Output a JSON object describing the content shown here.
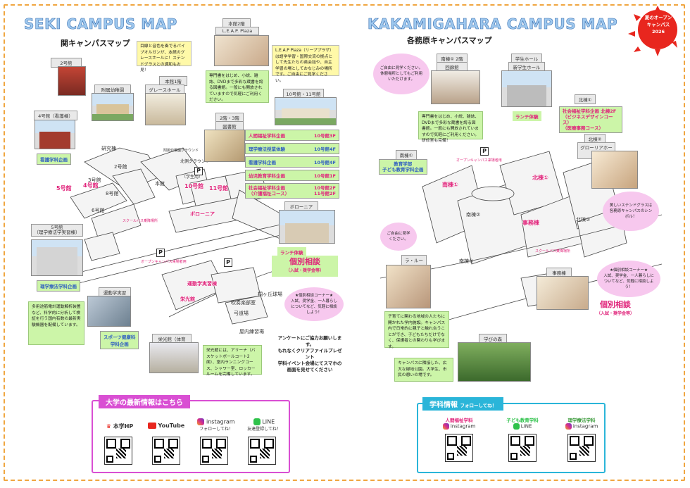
{
  "seki": {
    "title": "SEKI CAMPUS MAP",
    "subtitle": "関キャンパスマップ",
    "labels": {
      "bldg2": "2号館",
      "fuzoku": "附属幼稚園",
      "bldg4": "4号館（看護棟）",
      "kango_dept": "看護学科企画",
      "honkan1": "本館1階",
      "grace": "グレースホール",
      "honkan2": "本館2階",
      "leap": "L.E.A.P. Plaza",
      "bldg10_11": "10号館・11号館",
      "bldg2_3": "2階・3階",
      "library": "図書館",
      "bldg5": "5号館",
      "bldg5_sub": "（理学療法学実習棟）",
      "rigaku_dept": "理学療法学科企画",
      "undo": "運動学実習棟",
      "sports": "スポーツ健康科\n学科企画",
      "eiko": "栄光館（体育館）",
      "bolonia": "ボローニア",
      "lunch": "ランチ体験",
      "kobetsu": "個別相談",
      "kobetsu_sub": "（入試・奨学金等）"
    },
    "notes": {
      "grace_note": "目線と音色を奏でるパイプオルガンが、本館のグレースホールに！ステンドグラスとの調和もお見！",
      "leap_note": "L.E.A.P Plaza（リーププラザ）は語学学習・国際交流の拠点として先生たちの英会話や、自主学習の場としておなじみの場所です。ご自由にご見学ください。",
      "library_note": "専門書をはじめ、小説、雑誌、DVDまで多彩な蔵書を誇る図書館。一般にも開放されていますので気軽にご利用ください。",
      "bldg5_note": "",
      "undo_note": "多用途筋電計運動解析装置など、科学的に分析して検証を行う国内有数の最新実験機器を配備しています。",
      "eiko_note": "栄光館には、アリーナ（バスケットボールコート2面）、室内ランニングコース、シャワー室、ロッカールームを完備しています。",
      "kobetsu_cloud": "★個別相談コーナー★\n入試、奨学金、一人暮らしについてなど、気軽に相談しよう！",
      "survey": "アンケートにご協力お願いします。\nもれなくクリアファイルプレゼント\n学科イベント会場にてスマホの画面を見せてください"
    },
    "events": [
      {
        "label": "人間福祉学科企画",
        "place": "10号館3F"
      },
      {
        "label": "理学療法授業体験",
        "place": "10号館4F"
      },
      {
        "label": "看護学科企画",
        "place": "10号館4F"
      },
      {
        "label": "幼児教育学科企画",
        "place": "10号館1F"
      },
      {
        "label": "社会福祉学科企画",
        "place": "10号館2F"
      },
      {
        "label": "（介護福祉コース）",
        "place": "11号館2F"
      }
    ],
    "map_names": {
      "kenkyu": "研究棟",
      "b2": "2号館",
      "b3": "3号館",
      "b4": "4号館",
      "b5": "5号館",
      "b6": "6号館",
      "b8": "8号館",
      "honkan": "本館",
      "b10": "10号館",
      "b11": "11号館",
      "north_ground": "北側グラウンド",
      "gakusei": "（学生用）",
      "bolonia": "ボローニア",
      "fuzoku_ground": "附属幼稚園グラウンド",
      "bus": "スクールバス乗降場所",
      "bus2": "オープンキャンパス来場者用",
      "undo": "運動学実習棟",
      "eiko": "栄光館",
      "suiso": "吹奏楽部室",
      "dojo": "弓道場",
      "kyugi": "屋内練習場",
      "kiriga": "桐ヶ丘球場"
    }
  },
  "kaka": {
    "title": "KAKAMIGAHARA CAMPUS MAP",
    "subtitle": "各務原キャンパスマップ",
    "labels": {
      "minami1": "南棟① 2階",
      "ground": "回廊館",
      "gakusei": "学生ホール",
      "shin": "新学生ホール",
      "lunch": "ランチ体験",
      "kita1": "北棟①",
      "kita2": "北棟②",
      "glory": "グローリアホール",
      "minami_top": "南棟①",
      "kodomo": "教育学部\n子ども教育学科企画",
      "shakai": "社会福祉学科企画 北棟2F\n（ビジネスデザインコース）\n（医療事務コース）",
      "lawla": "ラ・ルーラ",
      "jimu": "事務棟",
      "kobetsu": "個別相談",
      "kobetsu_sub": "（入試・奨学金等）",
      "manabi": "学びの森"
    },
    "notes": {
      "free1": "ご自由に見学ください。休憩場所としてもご利用いただけます。",
      "library": "専門書をはじめ、小説、雑誌、DVDまで多彩な蔵書を誇る図書館。一般にも開放されていますので気軽にご利用ください。研修室も完備！",
      "stained": "美しいステンドグラスは各務原キャンパスのシンボル！",
      "free2": "ご自由に見学ください。",
      "lawla_note": "子育てに関わる地域の人たちに開かれた学内施設。キャンパス内で日常的に親子と触れ合うことができ、子どもたちだけでなく、保護者との関わりも学びます。",
      "kobetsu_cloud": "★個別相談コーナー★\n入試、奨学金、一人暮らしについてなど、気軽に相談しよう！",
      "forest": "キャンパスに隣接した、広大な緑地公園。大学生、市民の憩いの場です。"
    },
    "map_names": {
      "minami1": "南棟①",
      "minami2": "南棟②",
      "minami3": "南棟③",
      "kita1": "北棟①",
      "kita2": "北棟②",
      "jimu": "事務棟",
      "bus": "スクールバス乗降場所",
      "parking": "オープンキャンパス来場者用"
    }
  },
  "badge": {
    "line1": "夏のオープン",
    "line2": "キャンパス",
    "line3": "2026"
  },
  "links": {
    "head": "大学の最新情報はこちら",
    "items": [
      {
        "name": "本学HP",
        "sub": ""
      },
      {
        "name": "YouTube",
        "sub": ""
      },
      {
        "name": "instagram",
        "sub": "フォローしてね！"
      },
      {
        "name": "LINE",
        "sub": "友達登録してね！"
      }
    ]
  },
  "dept_info": {
    "head": "学科情報",
    "head_sub": "フォローしてね！",
    "items": [
      {
        "dept": "人間福祉学科",
        "sns": "instagram"
      },
      {
        "dept": "子ども教育学科",
        "sns": "LINE"
      },
      {
        "dept": "理学療法学科",
        "sns": "instagram"
      }
    ]
  },
  "colors": {
    "accent_pink": "#e0257b",
    "title_blue": "#9ec8ee",
    "sns_purple": "#d94fd3",
    "sns_cyan": "#2ab5d9",
    "badge_red": "#e8261e"
  }
}
